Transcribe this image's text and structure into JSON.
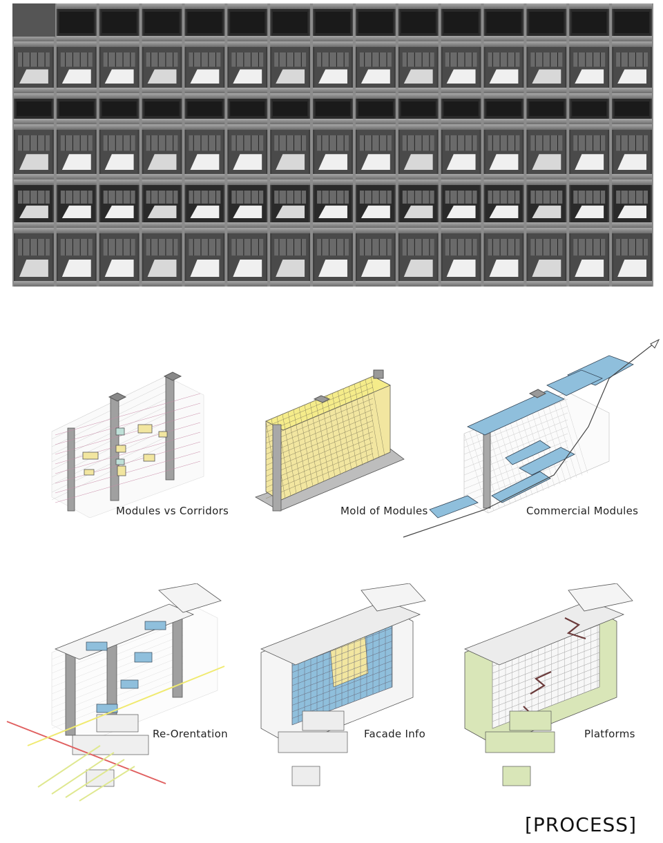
{
  "captions": {
    "d1": "Modules vs Corridors",
    "d2": "Mold of Modules",
    "d3": "Commercial Modules",
    "d4": "Re-Orentation",
    "d5": "Facade  Info",
    "d6": "Platforms"
  },
  "page_title": "[PROCESS]",
  "colors": {
    "module_yellow": "#f2e6a0",
    "module_blue": "#8fbfdc",
    "module_green": "#d9e6b8",
    "corridor_pink": "#c98aa8",
    "arrow_yellow": "#f0ea70",
    "arrow_red": "#e06060",
    "arrow_green": "#dfe890",
    "concrete": "#9a9a9a",
    "base_gray": "#c6c6c6"
  },
  "icons": {
    "photo": "building-facade-photo",
    "diagrams": [
      "isometric-corridors",
      "isometric-mold",
      "isometric-commercial",
      "isometric-reorientation",
      "isometric-facade",
      "isometric-platforms"
    ]
  }
}
